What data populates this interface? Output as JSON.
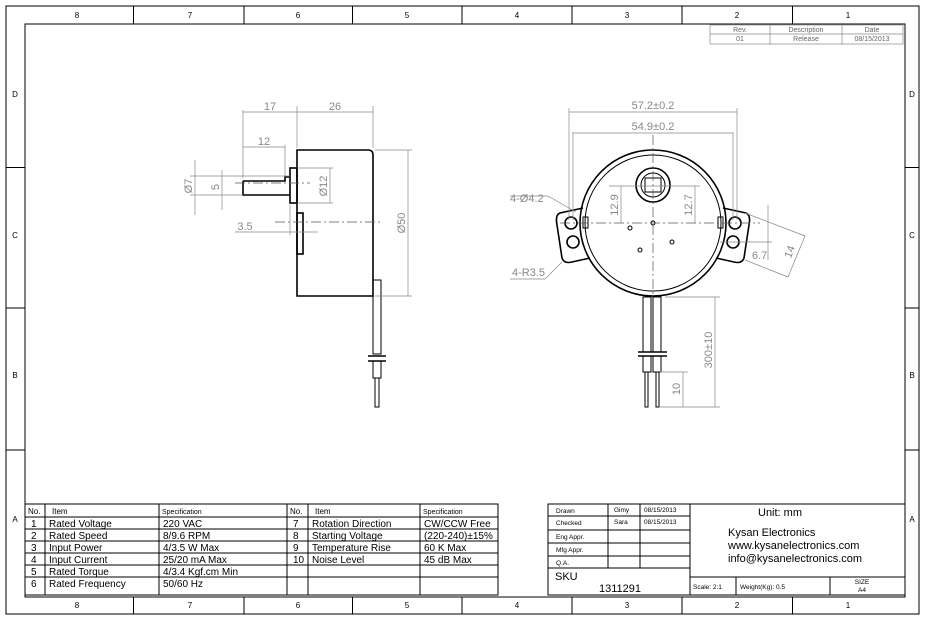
{
  "frame": {
    "columns": [
      "8",
      "7",
      "6",
      "5",
      "4",
      "3",
      "2",
      "1"
    ],
    "rows": [
      "D",
      "C",
      "B",
      "A"
    ]
  },
  "revision": {
    "headers": [
      "Rev.",
      "Description",
      "Date"
    ],
    "rows": [
      [
        "01",
        "Release",
        "08/15/2013"
      ]
    ]
  },
  "dimensions": {
    "side": [
      "17",
      "26",
      "12",
      "Ø7",
      "5",
      "Ø12",
      "3.5",
      "Ø50"
    ],
    "front": [
      "57.2±0.2",
      "54.9±0.2",
      "4-Ø4.2",
      "12.9",
      "12.7",
      "6.7",
      "14",
      "4-R3.5",
      "300±10",
      "10"
    ]
  },
  "spec_table": {
    "headers": [
      "No.",
      "Item",
      "Specification",
      "No.",
      "Item",
      "Specification"
    ],
    "left": [
      {
        "no": "1",
        "item": "Rated Voltage",
        "spec": "220 VAC"
      },
      {
        "no": "2",
        "item": "Rated Speed",
        "spec": "8/9.6 RPM"
      },
      {
        "no": "3",
        "item": "Input Power",
        "spec": "4/3.5 W Max"
      },
      {
        "no": "4",
        "item": "Input Current",
        "spec": "25/20 mA Max"
      },
      {
        "no": "5",
        "item": "Rated Torque",
        "spec": "4/3.4 Kgf.cm Min"
      },
      {
        "no": "6",
        "item": "Rated Frequency",
        "spec": "50/60 Hz"
      }
    ],
    "right": [
      {
        "no": "7",
        "item": "Rotation Direction",
        "spec": "CW/CCW Free"
      },
      {
        "no": "8",
        "item": "Starting Voltage",
        "spec": "(220-240)±15%"
      },
      {
        "no": "9",
        "item": "Temperature Rise",
        "spec": "60 K Max"
      },
      {
        "no": "10",
        "item": "Noise Level",
        "spec": "45 dB Max"
      }
    ]
  },
  "title_block": {
    "approvals": [
      {
        "role": "Drawn",
        "name": "Gimy",
        "date": "08/15/2013"
      },
      {
        "role": "Checked",
        "name": "Sara",
        "date": "08/15/2013"
      },
      {
        "role": "Eng Appr.",
        "name": "",
        "date": ""
      },
      {
        "role": "Mfg Appr.",
        "name": "",
        "date": ""
      },
      {
        "role": "Q.A.",
        "name": "",
        "date": ""
      }
    ],
    "sku_label": "SKU",
    "sku": "1311291",
    "unit": "Unit: mm",
    "company": "Kysan Electronics",
    "website": "www.kysanelectronics.com",
    "email": "info@kysanelectronics.com",
    "scale": "Scale: 2:1",
    "weight": "Weight(Kg): 0.5",
    "size_label": "SIZE",
    "size": "A4"
  }
}
